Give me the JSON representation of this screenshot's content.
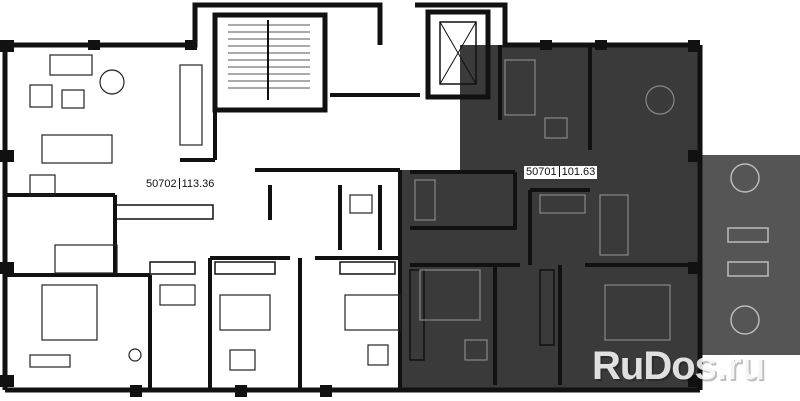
{
  "apartments": [
    {
      "number": "50702",
      "area": "113.36"
    },
    {
      "number": "50701",
      "area": "101.63"
    }
  ],
  "watermark": {
    "text": "RuDos.ru"
  },
  "colors": {
    "wall": "#111111",
    "dark_unit_fill": "#3a3a3a",
    "terrace_fill": "#555555",
    "background": "#ffffff"
  }
}
